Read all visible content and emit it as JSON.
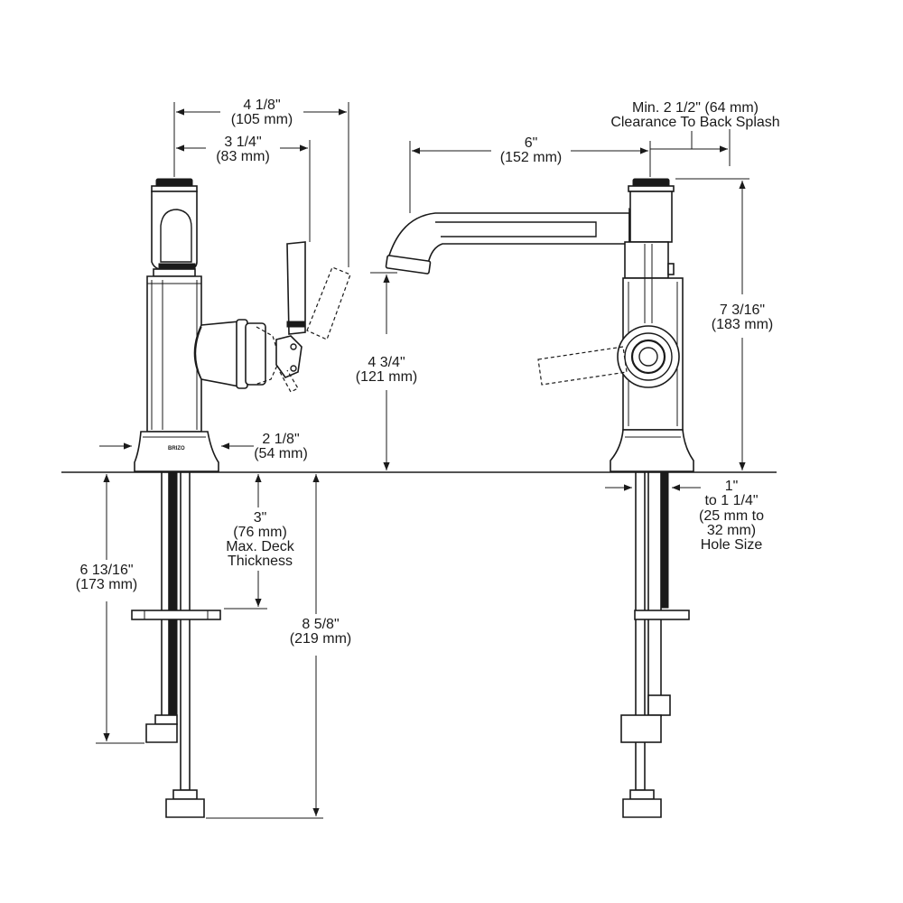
{
  "left_view": {
    "overall_width": {
      "line1": "4 1/8\"",
      "line2": "(105 mm)"
    },
    "handle_reach": {
      "line1": "3 1/4\"",
      "line2": "(83 mm)"
    },
    "base_diameter": {
      "line1": "2 1/8\"",
      "line2": "(54 mm)"
    },
    "deck_thickness": {
      "line1": "3\"",
      "line2": "(76 mm)",
      "line3": "Max. Deck",
      "line4": "Thickness"
    },
    "shank_length": {
      "line1": "6 13/16\"",
      "line2": "(173 mm)"
    },
    "overall_below_deck": {
      "line1": "8 5/8\"",
      "line2": "(219 mm)"
    },
    "brand_mark": "BRIZO"
  },
  "right_view": {
    "clearance": {
      "line1": "Min. 2 1/2\" (64 mm)",
      "line2": "Clearance To Back Splash"
    },
    "spout_reach": {
      "line1": "6\"",
      "line2": "(152 mm)"
    },
    "spout_height": {
      "line1": "4 3/4\"",
      "line2": "(121 mm)"
    },
    "overall_height": {
      "line1": "7 3/16\"",
      "line2": "(183 mm)"
    },
    "hole_size": {
      "line1": "1\"",
      "line2": "to 1 1/4\"",
      "line3": "(25 mm to",
      "line4": "32 mm)",
      "line5": "Hole Size"
    }
  }
}
